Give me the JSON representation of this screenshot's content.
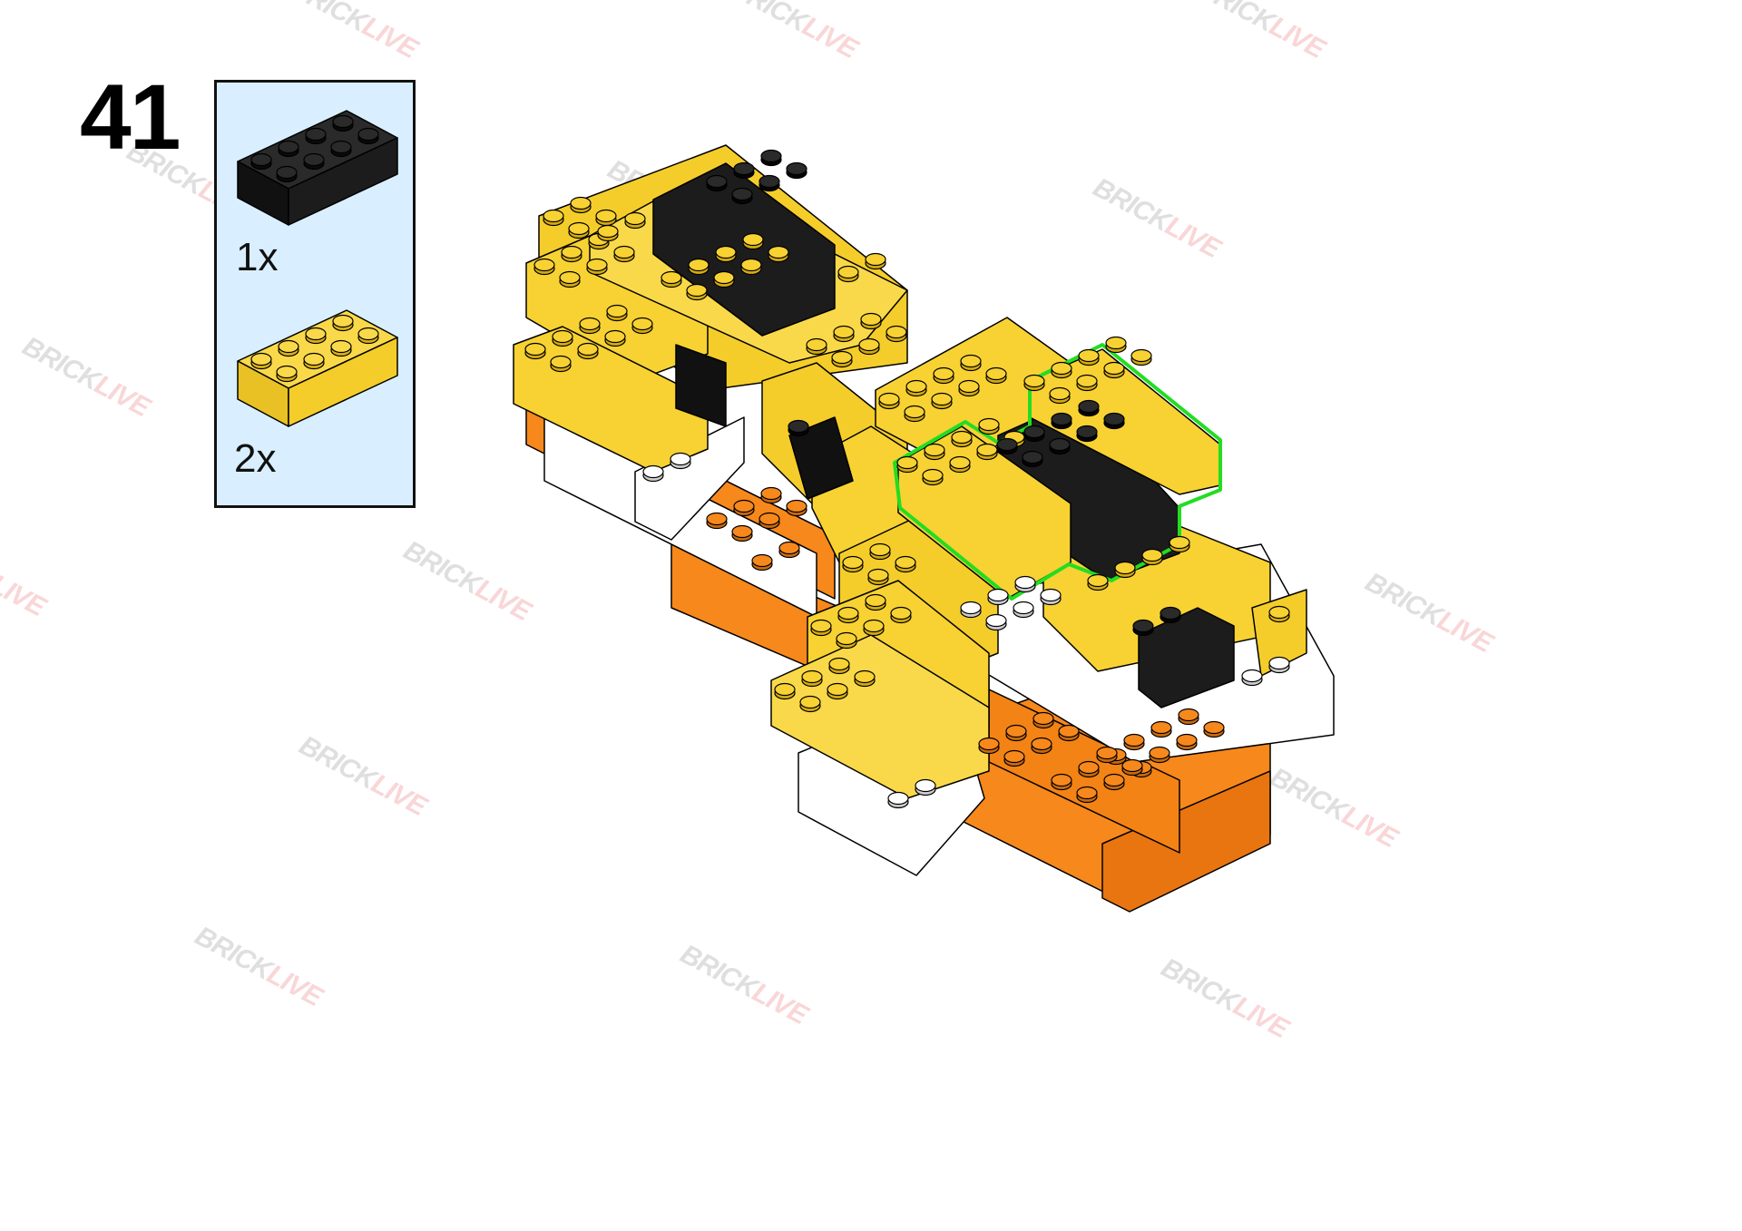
{
  "step": {
    "number": "41"
  },
  "parts": [
    {
      "brick": "2x4 brick",
      "color": "#1a1a1a",
      "qty": "1x"
    },
    {
      "brick": "2x4 brick",
      "color": "#f7d232",
      "qty": "2x"
    }
  ],
  "watermark": {
    "part1": "BRICK",
    "part2": "LIVE"
  },
  "colors": {
    "panel_bg": "#d9efff",
    "yellow": "#f7d232",
    "orange": "#f7881c",
    "black": "#1a1a1a",
    "white": "#ffffff",
    "highlight": "#22dd22"
  }
}
